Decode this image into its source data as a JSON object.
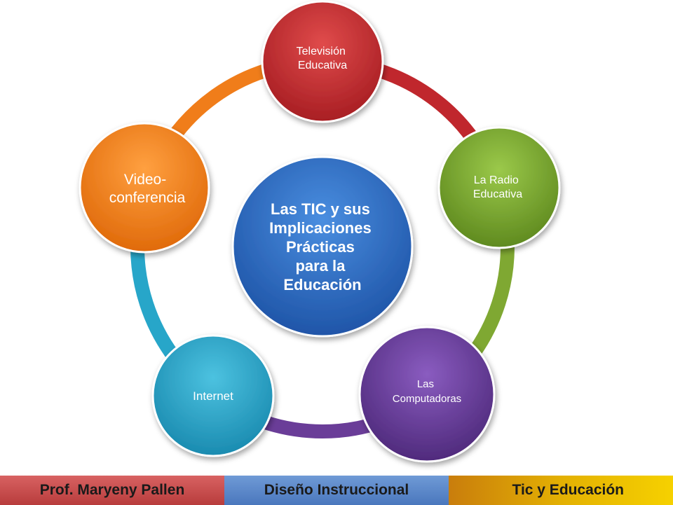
{
  "diagram": {
    "center": {
      "lines": [
        "Las TIC y sus",
        "Implicaciones",
        "Prácticas",
        "para la",
        "Educación"
      ],
      "color": "#2f6fc4"
    },
    "nodes": [
      {
        "id": "tv",
        "lines": [
          "Televisión",
          "Educativa"
        ],
        "color": "#c0272d"
      },
      {
        "id": "radio",
        "lines": [
          "La Radio",
          "Educativa"
        ],
        "color": "#7fa832"
      },
      {
        "id": "compu",
        "lines": [
          "Las",
          "Computadoras"
        ],
        "color": "#6a3d98"
      },
      {
        "id": "internet",
        "lines": [
          "Internet"
        ],
        "color": "#27a6c9"
      },
      {
        "id": "video",
        "lines": [
          "Video-",
          "conferencia"
        ],
        "color": "#f07d1a"
      }
    ],
    "ring_colors": [
      "#c0272d",
      "#7fa832",
      "#6a3d98",
      "#27a6c9",
      "#f07d1a"
    ]
  },
  "footer": {
    "author": "Prof. Maryeny Pallen",
    "course": "Diseño Instruccional",
    "topic": "Tic y Educación"
  }
}
